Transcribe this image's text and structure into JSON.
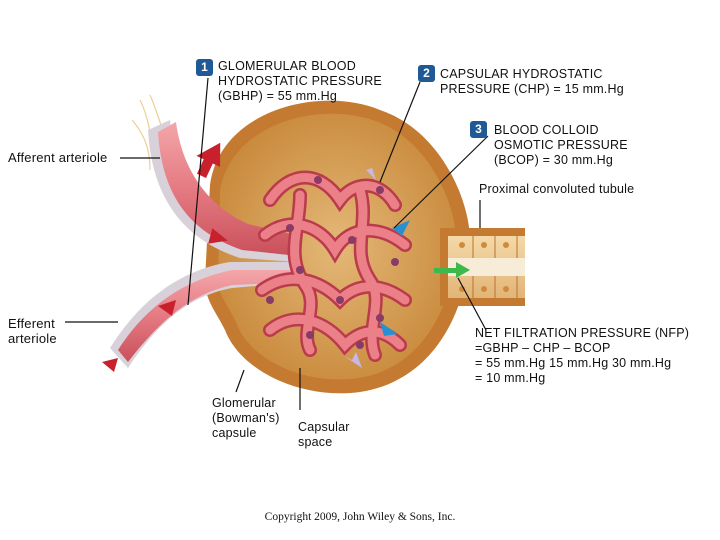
{
  "labels": {
    "gbhp": {
      "number": "1",
      "lines": [
        "GLOMERULAR BLOOD",
        "HYDROSTATIC PRESSURE",
        "(GBHP) = 55 mm.Hg"
      ]
    },
    "chp": {
      "number": "2",
      "lines": [
        "CAPSULAR HYDROSTATIC",
        "PRESSURE (CHP) = 15 mm.Hg"
      ]
    },
    "bcop": {
      "number": "3",
      "lines": [
        "BLOOD COLLOID",
        "OSMOTIC PRESSURE",
        "(BCOP) = 30 mm.Hg"
      ]
    },
    "afferent": {
      "lines": [
        "Afferent arteriole"
      ]
    },
    "proximal": {
      "lines": [
        "Proximal convoluted tubule"
      ]
    },
    "efferent": {
      "lines": [
        "Efferent",
        "arteriole"
      ]
    },
    "nfp": {
      "lines": [
        "NET FILTRATION PRESSURE (NFP)",
        "=GBHP – CHP – BCOP",
        "= 55 mm.Hg 15 mm.Hg 30 mm.Hg",
        "= 10 mm.Hg"
      ]
    },
    "bowman": {
      "lines": [
        "Glomerular",
        "(Bowman's)",
        "capsule"
      ]
    },
    "capsular_space": {
      "lines": [
        "Capsular",
        "space"
      ]
    }
  },
  "copyright": "Copyright 2009, John Wiley & Sons, Inc.",
  "colors": {
    "capsule_outer": "#c9883a",
    "capsular_space": "#d7a45c",
    "capillary": "#e8707a",
    "capillary_dark": "#b93b4c",
    "arrow_red": "#c8202c",
    "arrow_blue": "#2a8fd0",
    "arrow_green": "#3db84a",
    "arrow_lavender": "#c9b6e6",
    "badge": "#1f5a96"
  }
}
